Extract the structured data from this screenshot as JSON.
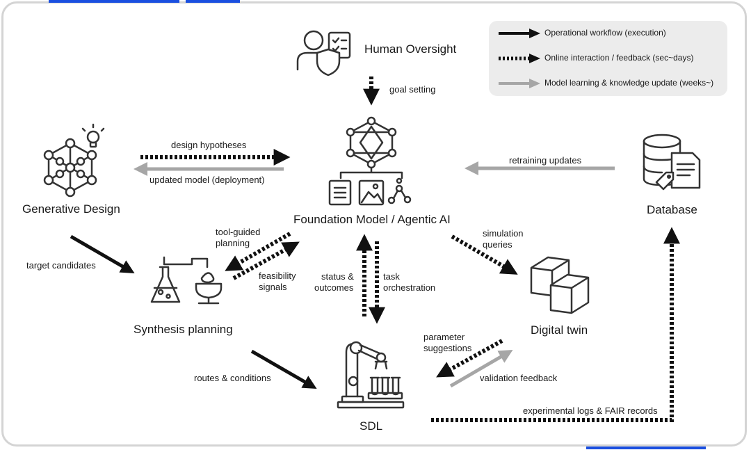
{
  "legend": {
    "operational": "Operational workflow (execution)",
    "online": "Online interaction / feedback (sec~days)",
    "learning": "Model learning & knowledge update (weeks~)"
  },
  "nodes": {
    "human_oversight": "Human Oversight",
    "generative_design": "Generative Design",
    "foundation_model": "Foundation Model / Agentic AI",
    "database": "Database",
    "synthesis_planning": "Synthesis planning",
    "digital_twin": "Digital twin",
    "sdl": "SDL"
  },
  "edges": {
    "goal_setting": "goal setting",
    "design_hypotheses": "design hypotheses",
    "updated_model": "updated model (deployment)",
    "retraining_updates": "retraining updates",
    "tool_guided_1": "tool-guided",
    "tool_guided_2": "planning",
    "feasibility_1": "feasibility",
    "feasibility_2": "signals",
    "simulation_1": "simulation",
    "simulation_2": "queries",
    "status_1": "status &",
    "status_2": "outcomes",
    "task_1": "task",
    "task_2": "orchestration",
    "target_candidates": "target candidates",
    "routes_conditions": "routes & conditions",
    "parameter_1": "parameter",
    "parameter_2": "suggestions",
    "validation_feedback": "validation feedback",
    "experimental_logs": "experimental logs & FAIR records"
  },
  "colors": {
    "operational": "#111111",
    "online": "#111111",
    "learning": "#a6a6a6",
    "accent": "#1a4fe0",
    "legend_bg": "#ececec"
  },
  "icons": [
    "human-oversight-icon",
    "network-lightbulb-icon",
    "foundation-model-icon",
    "database-document-icon",
    "synthesis-flask-icon",
    "digital-twin-cubes-icon",
    "robot-arm-icon"
  ]
}
